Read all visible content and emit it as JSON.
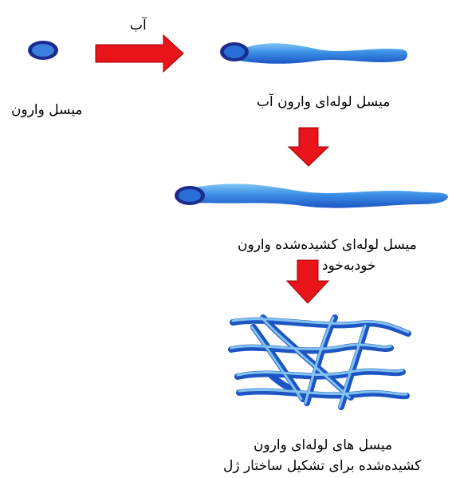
{
  "water_label": "آب",
  "labels": {
    "reverse_micelle": "میسل وارون",
    "tubular_reverse_micelle_water": "میسل لوله‌ای وارون آب",
    "elongated_tubular_line1": "میسل لوله‌ای کشیده‌شده وارون",
    "elongated_tubular_line2": "خودبه‌خود",
    "gel_line1": "میسل های لوله‌ای وارون",
    "gel_line2": "کشیده‌شده برای تشکیل ساختار ژل"
  },
  "colors": {
    "arrow_red": "#e8141a",
    "arrow_outline": "#a00000",
    "micelle_core": "#1b2c8c",
    "micelle_blue": "#2a6fd8",
    "tube_light": "#4fa0ea",
    "tube_dark": "#1d55c4",
    "network_light": "#8fd0f5"
  }
}
